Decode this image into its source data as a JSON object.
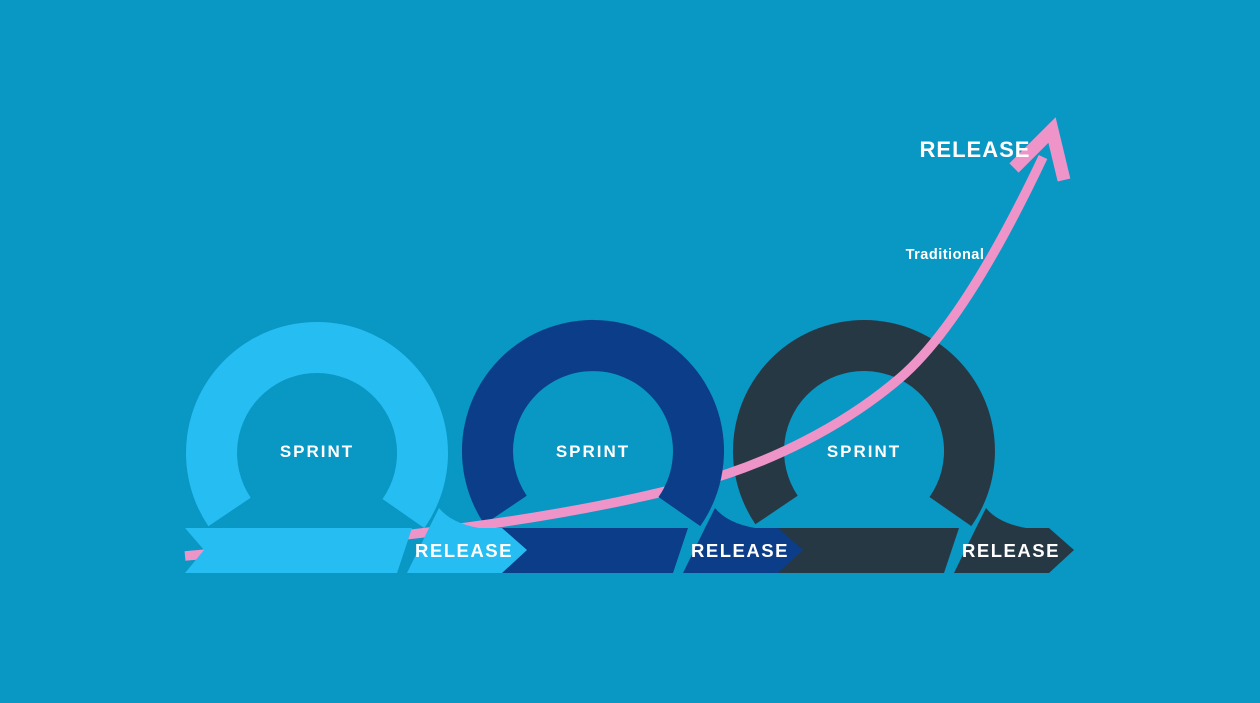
{
  "title": "Agile sprint release cycle diagram",
  "colors": {
    "background": "#0997c4",
    "loop1": "#26bdf2",
    "loop2": "#0c3d88",
    "loop3": "#273845",
    "curve": "#ee94c8",
    "text": "#ffffff"
  },
  "loops": [
    {
      "sprint_label": "SPRINT",
      "release_label": "RELEASE"
    },
    {
      "sprint_label": "SPRINT",
      "release_label": "RELEASE"
    },
    {
      "sprint_label": "SPRINT",
      "release_label": "RELEASE"
    }
  ],
  "annotation": {
    "release_label": "RELEASE",
    "curve_label": "Traditional"
  }
}
